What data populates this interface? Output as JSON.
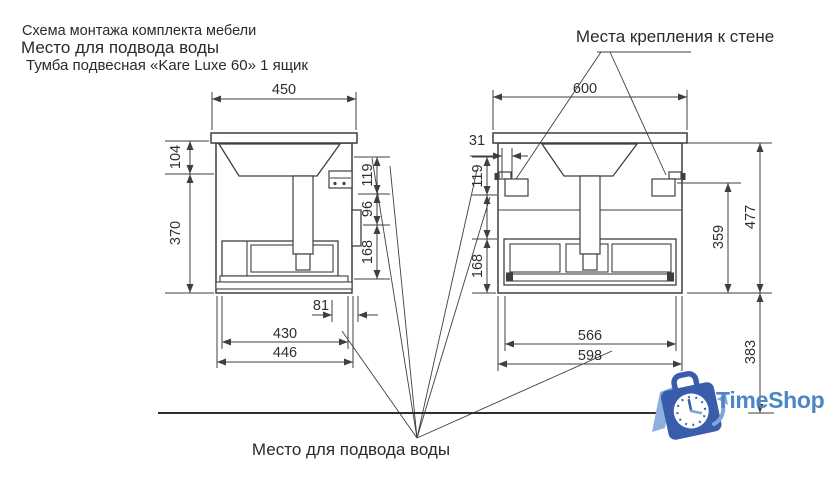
{
  "header": {
    "title": "Схема монтажа комплекта мебели",
    "subtitle": "Место для подвода воды",
    "product": "Тумба подвесная «Kare Luxe 60» 1 ящик"
  },
  "callouts": {
    "wall_mount": "Места крепления к стене",
    "water_supply": "Место для подвода воды"
  },
  "left_view": {
    "top_width": "450",
    "basin_depth": "104",
    "body_height": "370",
    "water_offset": "119",
    "rail_height": "96",
    "bottom_height": "168",
    "edge_offset": "81",
    "inner_depth": "430",
    "outer_depth": "446"
  },
  "right_view": {
    "top_width": "600",
    "bracket_offset": "31",
    "water_offset": "119",
    "bottom_height": "168",
    "bracket_height": "359",
    "total_height": "477",
    "floor_offset": "383",
    "inner_width": "566",
    "outer_width": "598"
  },
  "logo": {
    "text": "TimeShop"
  },
  "colors": {
    "line": "#3f3f3f",
    "logo_bag": "#3a5dab",
    "logo_accent": "#7ea6da",
    "logo_text": "#4c86c6"
  }
}
